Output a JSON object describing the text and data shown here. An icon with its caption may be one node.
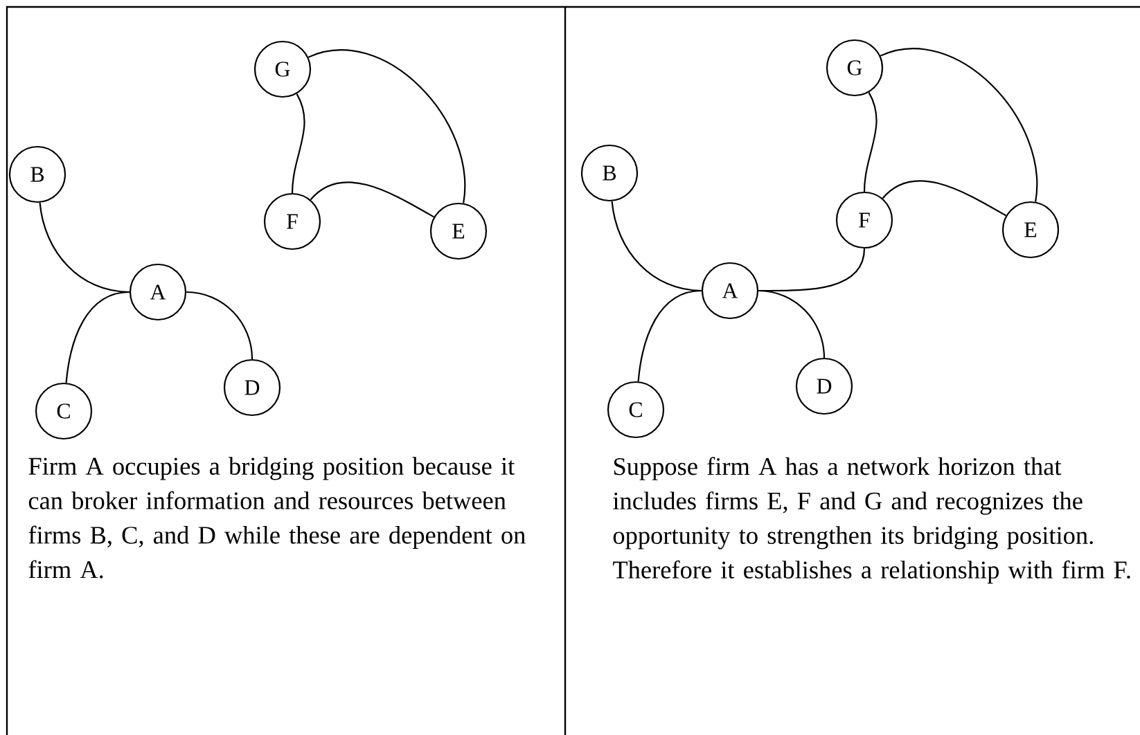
{
  "diagram": {
    "nodes": [
      {
        "text": [
          "Firm A occupies a bridging position because it can broker information and resources between firms B, C, and D while these are dependent on firm A."
        ]
      },
      {
        "text": [
          "G"
        ],
        "in": 0
      },
      {
        "text": [
          "B"
        ],
        "in": 0
      },
      {
        "text": [
          "F"
        ],
        "in": 0
      },
      {
        "text": [
          "E"
        ],
        "in": 0
      },
      {
        "text": [
          "A"
        ],
        "in": 0
      },
      {
        "text": [
          "D"
        ],
        "in": 0
      },
      {
        "text": [
          "C"
        ],
        "in": 0
      },
      {
        "text": [
          "Suppose firm A has a network horizon that includes firms E, F and G and recognizes the opportunity to strengthen its bridging position. Therefore it establishes a relationship with firm F."
        ]
      },
      {
        "text": [
          "G"
        ],
        "in": 8
      },
      {
        "text": [
          "B"
        ],
        "in": 8
      },
      {
        "text": [
          "F"
        ],
        "in": 8
      },
      {
        "text": [
          "E"
        ],
        "in": 8
      },
      {
        "text": [
          "A"
        ],
        "in": 8
      },
      {
        "text": [
          "D"
        ],
        "in": 8
      },
      {
        "text": [
          "C"
        ],
        "in": 8
      }
    ],
    "edges": [
      {
        "from": 2,
        "to": 5,
        "arrow": "none"
      },
      {
        "from": 7,
        "to": 5,
        "arrow": "none"
      },
      {
        "from": 5,
        "to": 6,
        "arrow": "none"
      },
      {
        "from": 1,
        "to": 3,
        "arrow": "none"
      },
      {
        "from": 3,
        "to": 4,
        "arrow": "none"
      },
      {
        "from": 1,
        "to": 4,
        "arrow": "none"
      },
      {
        "from": 10,
        "to": 13,
        "arrow": "none"
      },
      {
        "from": 15,
        "to": 13,
        "arrow": "none"
      },
      {
        "from": 13,
        "to": 14,
        "arrow": "none"
      },
      {
        "from": 9,
        "to": 11,
        "arrow": "none"
      },
      {
        "from": 11,
        "to": 12,
        "arrow": "none"
      },
      {
        "from": 9,
        "to": 12,
        "arrow": "none"
      },
      {
        "from": 13,
        "to": 11,
        "arrow": "none"
      }
    ]
  }
}
